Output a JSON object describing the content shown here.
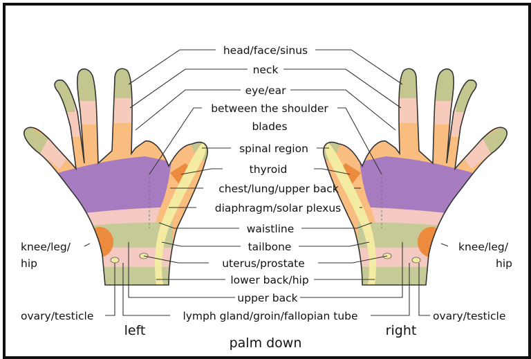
{
  "labels": {
    "head": "head/face/sinus",
    "neck": "neck",
    "eye": "eye/ear",
    "between_1": "between the shoulder",
    "between_2": "blades",
    "spinal": "spinal region",
    "thyroid": "thyroid",
    "chest": "chest/lung/upper back",
    "diaphragm": "diaphragm/solar plexus",
    "waistline": "waistline",
    "tailbone": "tailbone",
    "uterus": "uterus/prostate",
    "lower_back": "lower back/hip",
    "upper_back": "upper back",
    "lymph": "lymph gland/groin/fallopian tube",
    "knee_left_1": "knee/leg/",
    "knee_left_2": "hip",
    "knee_right_1": "knee/leg/",
    "knee_right_2": "hip",
    "ovary_left": "ovary/testicle",
    "ovary_right": "ovary/testicle",
    "left": "left",
    "right": "right",
    "palm_down": "palm down"
  },
  "colors": {
    "fingertip": "#c3c68e",
    "finger_pink": "#f6cbbc",
    "finger_orange": "#f9bd7f",
    "purple": "#a67bc0",
    "palm_pink": "#f4c9c1",
    "green": "#c5ca97",
    "spine_yellow": "#f4eba3",
    "knee_orange": "#ec8a3e",
    "outline": "#333333"
  }
}
